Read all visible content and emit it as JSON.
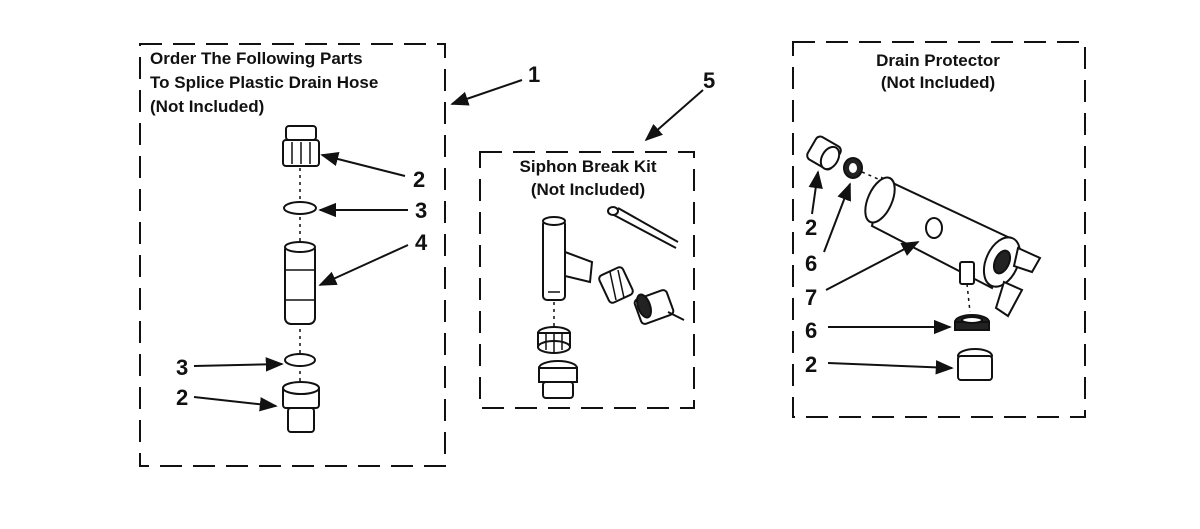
{
  "groups": {
    "splice": {
      "title_lines": [
        "Order The Following Parts",
        "To Splice Plastic Drain Hose",
        "(Not Included)"
      ],
      "callout": "1",
      "labels": [
        "2",
        "3",
        "4",
        "3",
        "2"
      ]
    },
    "siphon": {
      "title_lines": [
        "Siphon Break Kit",
        "(Not Included)"
      ],
      "callout": "5"
    },
    "drain": {
      "title_lines": [
        "Drain Protector",
        "(Not Included)"
      ],
      "labels": [
        "2",
        "6",
        "7",
        "6",
        "2"
      ]
    }
  }
}
